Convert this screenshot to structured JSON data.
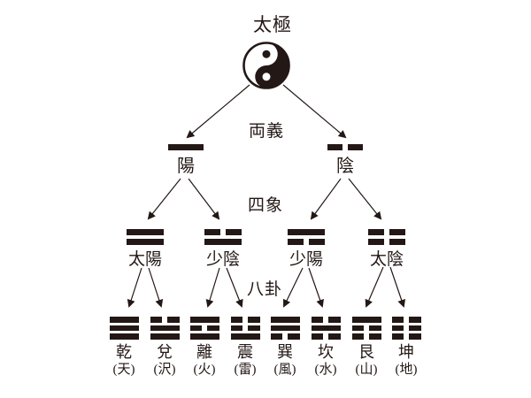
{
  "colors": {
    "ink": "#231815",
    "background": "#ffffff"
  },
  "diagram": {
    "taiji": {
      "label": "太極"
    },
    "ryogi": {
      "section_label": "両義",
      "nodes": [
        {
          "label": "陽",
          "lines": [
            "solid"
          ]
        },
        {
          "label": "陰",
          "lines": [
            "broken"
          ]
        }
      ]
    },
    "shisho": {
      "section_label": "四象",
      "nodes": [
        {
          "label": "太陽",
          "lines": [
            "solid",
            "solid"
          ]
        },
        {
          "label": "少陰",
          "lines": [
            "broken",
            "solid"
          ]
        },
        {
          "label": "少陽",
          "lines": [
            "solid",
            "broken"
          ]
        },
        {
          "label": "太陰",
          "lines": [
            "broken",
            "broken"
          ]
        }
      ]
    },
    "hakke": {
      "section_label": "八卦",
      "nodes": [
        {
          "label": "乾",
          "reading": "(天)",
          "lines": [
            "solid",
            "solid",
            "solid"
          ]
        },
        {
          "label": "兌",
          "reading": "(沢)",
          "lines": [
            "broken",
            "solid",
            "solid"
          ]
        },
        {
          "label": "離",
          "reading": "(火)",
          "lines": [
            "solid",
            "broken",
            "solid"
          ]
        },
        {
          "label": "震",
          "reading": "(雷)",
          "lines": [
            "broken",
            "broken",
            "solid"
          ]
        },
        {
          "label": "巽",
          "reading": "(風)",
          "lines": [
            "solid",
            "solid",
            "broken"
          ]
        },
        {
          "label": "坎",
          "reading": "(水)",
          "lines": [
            "broken",
            "solid",
            "broken"
          ]
        },
        {
          "label": "艮",
          "reading": "(山)",
          "lines": [
            "solid",
            "broken",
            "broken"
          ]
        },
        {
          "label": "坤",
          "reading": "(地)",
          "lines": [
            "broken",
            "broken",
            "broken"
          ]
        }
      ]
    }
  }
}
